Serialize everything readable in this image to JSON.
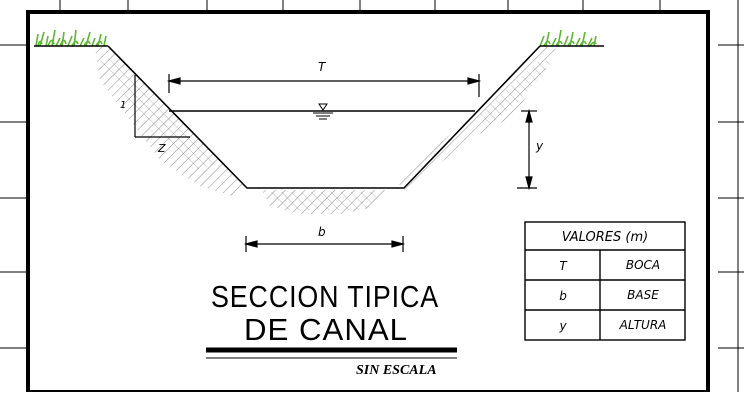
{
  "diagram": {
    "title_line1": "SECCION TIPICA",
    "title_line2": "DE CANAL",
    "scale_note": "SIN ESCALA",
    "dim_T": "T",
    "dim_b": "b",
    "dim_y": "y",
    "slope_1": "1",
    "slope_z": "Z"
  },
  "table": {
    "header": "VALORES (m)",
    "rows": [
      {
        "symbol": "T",
        "label": "BOCA"
      },
      {
        "symbol": "b",
        "label": "BASE"
      },
      {
        "symbol": "y",
        "label": "ALTURA"
      }
    ]
  },
  "colors": {
    "line": "#000000",
    "grass": "#5cb82e",
    "hatch": "#555555"
  }
}
